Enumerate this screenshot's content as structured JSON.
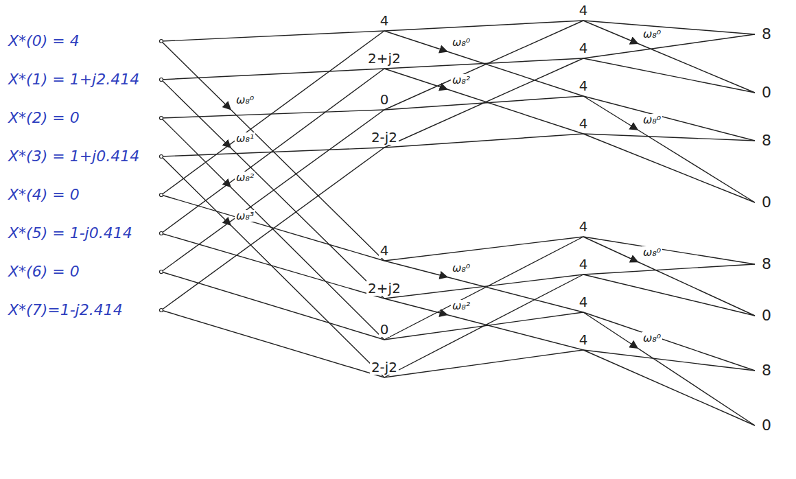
{
  "diagram": {
    "labels": [
      "X*(0) = 4",
      "X*(1) = 1+j2.414",
      "X*(2) = 0",
      "X*(3) = 1+j0.414",
      "X*(4) = 0",
      "X*(5) = 1-j0.414",
      "X*(6) = 0",
      "X*(7)=1-j2.414",
      "ω₈⁰",
      "ω₈¹",
      "ω₈²",
      "ω₈³",
      "4",
      "2+j2",
      "0",
      "2-j2",
      "4",
      "2+j2",
      "0",
      "2-j2",
      "ω₈⁰",
      "ω₈²",
      "ω₈⁰",
      "ω₈²",
      "4",
      "4",
      "4",
      "4",
      "4",
      "4",
      "4",
      "4",
      "ω₈⁰",
      "ω₈⁰",
      "ω₈⁰",
      "ω₈⁰",
      "8",
      "0",
      "8",
      "0",
      "8",
      "0",
      "8",
      "0"
    ]
  }
}
